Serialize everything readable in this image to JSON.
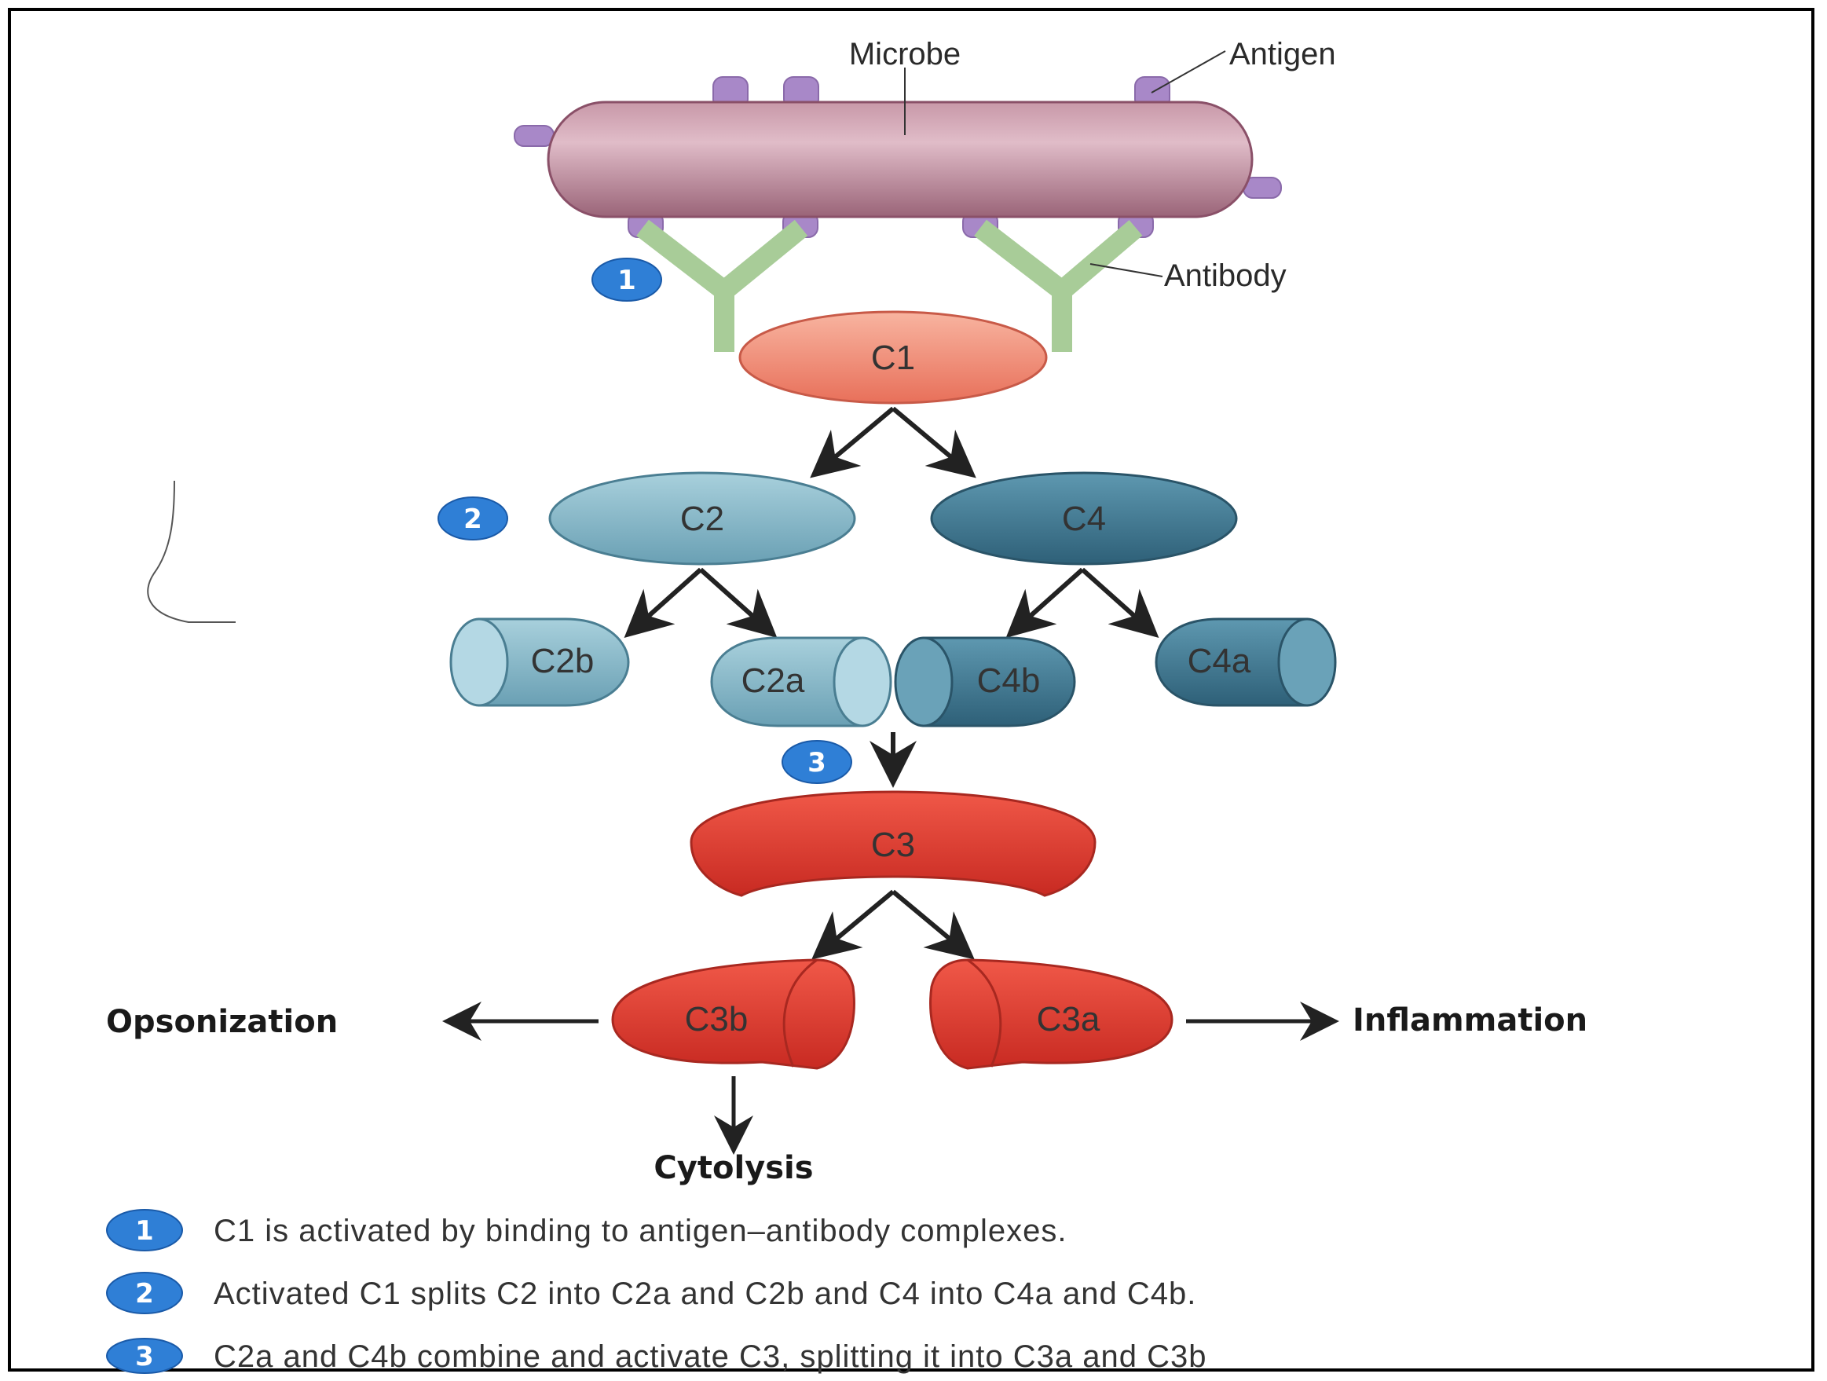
{
  "labels": {
    "microbe": "Microbe",
    "antigen": "Antigen",
    "antibody": "Antibody",
    "c1": "C1",
    "c2": "C2",
    "c4": "C4",
    "c2b": "C2b",
    "c2a": "C2a",
    "c4b": "C4b",
    "c4a": "C4a",
    "c3": "C3",
    "c3b": "C3b",
    "c3a": "C3a"
  },
  "outcomes": {
    "opsonization": "Opsonization",
    "inflammation": "Inflammation",
    "cytolysis": "Cytolysis"
  },
  "steps": [
    {
      "num": "1",
      "text": "C1 is activated by binding to antigen–antibody complexes."
    },
    {
      "num": "2",
      "text": "Activated C1 splits C2 into C2a and C2b and C4 into C4a and C4b."
    },
    {
      "num": "3",
      "text": "C2a and C4b combine and activate C3, splitting it into C3a and C3b"
    }
  ],
  "colors": {
    "microbe": "#b07a8c",
    "antigen": "#a888c8",
    "antibody": "#a8cc98",
    "c1": "#f08a74",
    "light_teal": "#86b8c8",
    "dark_teal": "#3e7890",
    "c3_red": "#e03a30",
    "badge": "#2f7fd6"
  }
}
